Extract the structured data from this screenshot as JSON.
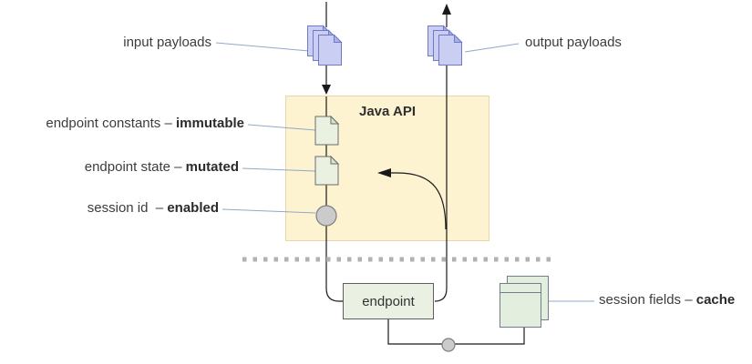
{
  "diagram": {
    "api_box_title": "Java API",
    "endpoint_box_label": "endpoint",
    "labels": {
      "input_payloads": "input payloads",
      "output_payloads": "output payloads",
      "endpoint_constants": {
        "text": "endpoint constants – ",
        "emphasis": "immutable"
      },
      "endpoint_state": {
        "text": "endpoint state – ",
        "emphasis": "mutated"
      },
      "session_id": {
        "text": "session id  – ",
        "emphasis": "enabled"
      },
      "session_fields": {
        "text": "session fields – ",
        "emphasis": "cache"
      }
    },
    "icons": {
      "input_payloads": "document-stack-icon",
      "output_payloads": "document-stack-icon",
      "endpoint_constants": "note-icon",
      "endpoint_state": "note-icon",
      "session_id": "circle-node-icon",
      "session_fields": "card-stack-icon",
      "junction": "circle-junction-icon"
    },
    "colors": {
      "payload_fill": "#c9cef2",
      "payload_fold": "#aab0e8",
      "payload_border": "#7078c8",
      "note_fill": "#eaf1e1",
      "note_fold": "#d8e5cc",
      "note_border": "#6b6b6b",
      "api_box_fill": "#fdf3d0",
      "api_box_border": "#e7d7a6",
      "endpoint_fill": "#eaf1e2",
      "endpoint_border": "#5f5f5f",
      "session_fields_fill": "#e4eede",
      "session_fields_border": "#6f7f8c",
      "node_circle_fill": "#cbcbcb",
      "node_circle_border": "#7e7e7e",
      "flow_line": "#1a1a1a",
      "label_line": "#8fa9c6",
      "divider": "#b1b1b1",
      "text": "#3c3c3c"
    }
  }
}
